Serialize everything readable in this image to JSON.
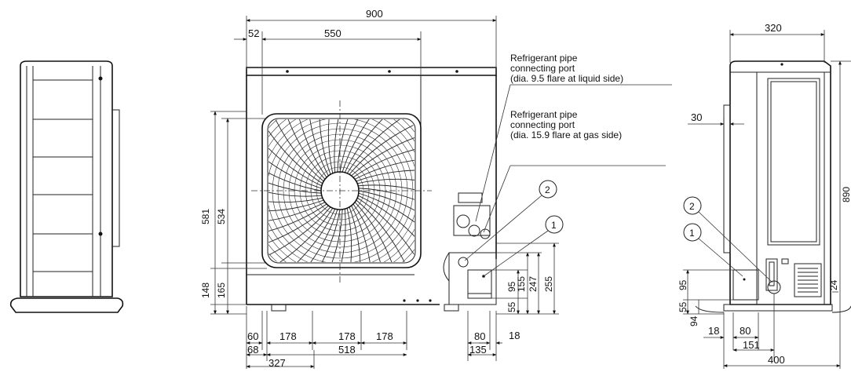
{
  "front_view": {
    "dimensions": {
      "overall_width": "900",
      "left_offset": "52",
      "fan_span": "550",
      "height_581": "581",
      "height_534": "534",
      "height_148": "148",
      "height_165": "165",
      "port_55": "55",
      "port_95": "95",
      "port_155": "155",
      "port_247": "247",
      "port_255": "255",
      "base_60": "60",
      "base_68": "68",
      "base_178a": "178",
      "base_178b": "178",
      "base_178c": "178",
      "base_518": "518",
      "base_327": "327",
      "port_80": "80",
      "port_135": "135",
      "port_18": "18"
    },
    "notes": {
      "liquid_port": [
        "Refrigerant pipe",
        "connecting port",
        "(dia. 9.5 flare at liquid side)"
      ],
      "gas_port": [
        "Refrigerant pipe",
        "connecting port",
        "(dia. 15.9 flare at gas side)"
      ]
    },
    "callouts": {
      "c1": "1",
      "c2": "2"
    }
  },
  "side_view": {
    "dimensions": {
      "depth_320": "320",
      "offset_30": "30",
      "height_890": "890",
      "port_95": "95",
      "port_55": "55",
      "base_94": "94",
      "base_18": "18",
      "base_80": "80",
      "base_151": "151",
      "base_400": "400",
      "base_24": "24"
    },
    "callouts": {
      "c1": "1",
      "c2": "2"
    }
  }
}
